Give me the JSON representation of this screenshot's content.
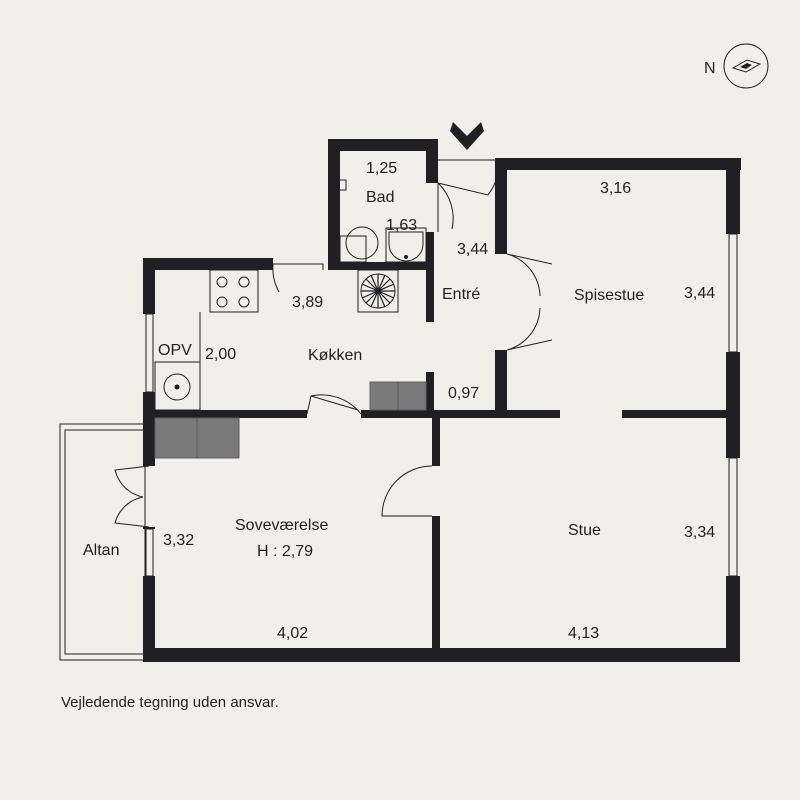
{
  "compass": {
    "letter": "N",
    "icon": "compass-icon"
  },
  "entrance": {
    "icon": "entrance-arrow-icon"
  },
  "rooms": {
    "bad": {
      "name": "Bad",
      "dim_top": "1,25",
      "dim_side": "1,63"
    },
    "entre": {
      "name": "Entré",
      "dim_side": "3,44"
    },
    "spisestue": {
      "name": "Spisestue",
      "dim_top": "3,16",
      "dim_side": "3,44"
    },
    "kokken": {
      "name": "Køkken",
      "dim_top": "3,89",
      "dim_side": "2,00",
      "closet": "OPV"
    },
    "gang": {
      "dim": "0,97"
    },
    "sovevaerelse": {
      "name": "Soveværelse",
      "height": "H : 2,79",
      "dim_side": "3,32",
      "dim_bottom": "4,02"
    },
    "stue": {
      "name": "Stue",
      "dim_side": "3,34",
      "dim_bottom": "4,13"
    },
    "altan": {
      "name": "Altan"
    }
  },
  "disclaimer": "Vejledende tegning uden ansvar.",
  "colors": {
    "wall": "#1f1f24",
    "background": "#f0efe9",
    "furniture": "#7a7a7a"
  }
}
